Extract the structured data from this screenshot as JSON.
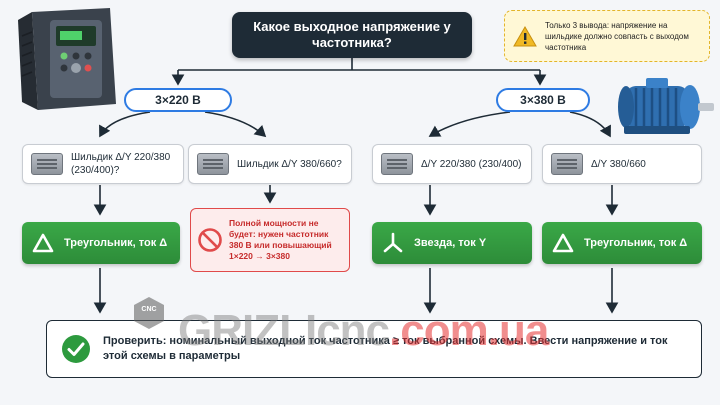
{
  "title": "Какое выходное напряжение у частотника?",
  "note": {
    "text": "Только 3 вывода: напряжение на шильдике должно совпасть с выходом частотника",
    "icon": "warning-icon"
  },
  "branches": {
    "left": {
      "voltage": "3×220 В",
      "option_a": {
        "label": "Шильдик Δ/Y 220/380 (230/400)?",
        "result": "Треугольник, ток Δ",
        "result_icon": "delta-icon"
      },
      "option_b": {
        "label": "Шильдик Δ/Y 380/660?",
        "warning": "Полной мощности не будет: нужен частотник 380 В или повышающий 1×220 → 3×380",
        "warning_icon": "no-entry-icon"
      }
    },
    "right": {
      "voltage": "3×380 В",
      "option_a": {
        "label": "Δ/Y 220/380 (230/400)",
        "result": "Звезда, ток Y",
        "result_icon": "star-icon"
      },
      "option_b": {
        "label": "Δ/Y 380/660",
        "result": "Треугольник, ток Δ",
        "result_icon": "delta-icon"
      }
    }
  },
  "bottom": {
    "text": "Проверить: номинальный выходной ток частотника ≥ ток выбранной схемы. Ввести напряжение и ток этой схемы в параметры",
    "icon": "check-icon"
  },
  "watermark": {
    "logo": "CNC",
    "main": "GRIZLIcnc",
    "domain": ".com.ua"
  },
  "colors": {
    "title_bg": "#1e2b36",
    "accent_blue": "#2e7be3",
    "green": "#2d8c39",
    "warning_red": "#e04a4a",
    "note_yellow": "#fff8d6"
  }
}
